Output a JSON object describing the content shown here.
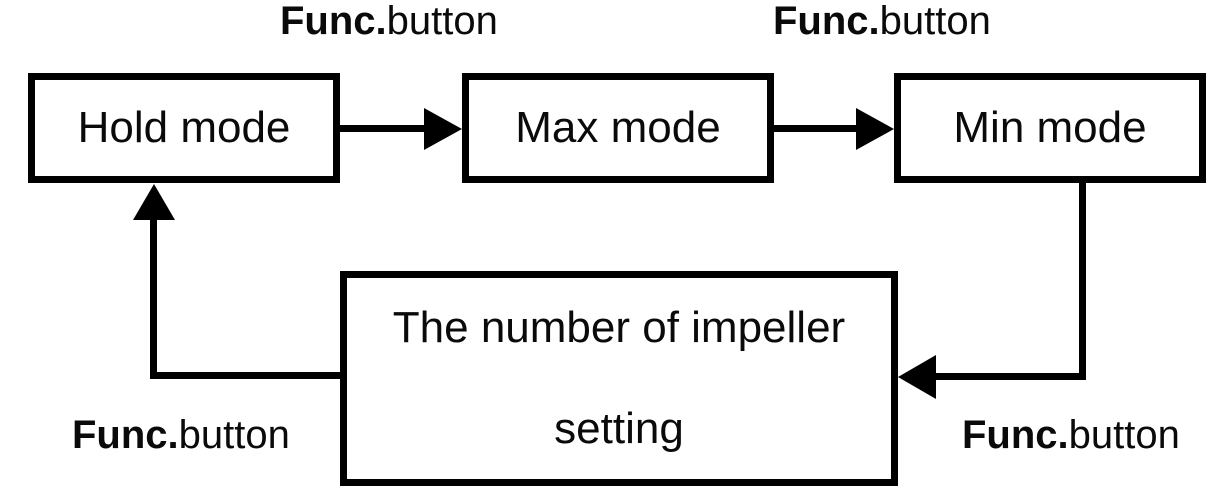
{
  "diagram": {
    "colors": {
      "line": "#000000",
      "background": "#ffffff",
      "text": "#0a0a0a"
    },
    "func_label": {
      "bold": "Func.",
      "rest": "button"
    },
    "boxes": {
      "hold": {
        "label": "Hold mode"
      },
      "max": {
        "label": "Max mode"
      },
      "min": {
        "label": "Min mode"
      },
      "impeller": {
        "line1": "The number of impeller",
        "line2": "setting"
      }
    },
    "edges": [
      {
        "from": "Hold mode",
        "to": "Max mode",
        "label": "Func.button"
      },
      {
        "from": "Max mode",
        "to": "Min mode",
        "label": "Func.button"
      },
      {
        "from": "Min mode",
        "to": "The number of impeller setting",
        "label": "Func.button"
      },
      {
        "from": "The number of impeller setting",
        "to": "Hold mode",
        "label": "Func.button"
      }
    ]
  }
}
